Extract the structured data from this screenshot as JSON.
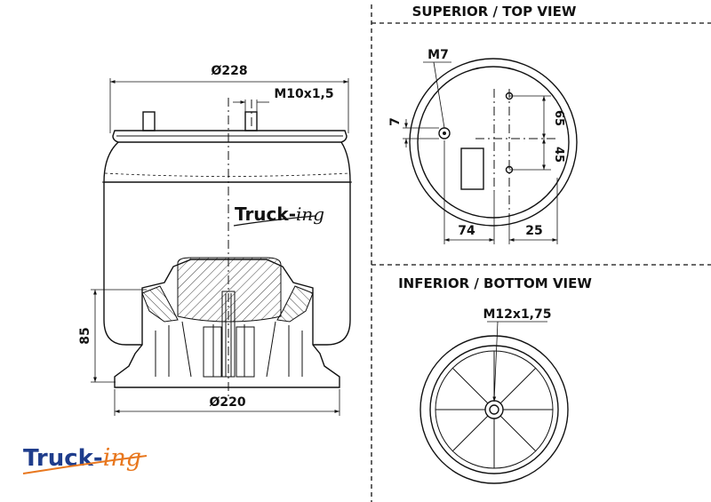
{
  "top_view": {
    "title": "SUPERIOR / TOP VIEW",
    "stud_label": "M7",
    "dim_offset": "7",
    "dim_65": "65",
    "dim_45": "45",
    "dim_74": "74",
    "dim_25": "25"
  },
  "bottom_view": {
    "title": "INFERIOR / BOTTOM VIEW",
    "thread_label": "M12x1,75"
  },
  "side_view": {
    "top_diameter": "Ø228",
    "stud_thread": "M10x1,5",
    "height": "85",
    "bottom_diameter": "Ø220"
  },
  "brand": {
    "prefix": "Truck-",
    "suffix": "ing"
  },
  "colors": {
    "line": "#111111",
    "brand_blue": "#1f3d8c",
    "brand_orange": "#e8771e"
  }
}
